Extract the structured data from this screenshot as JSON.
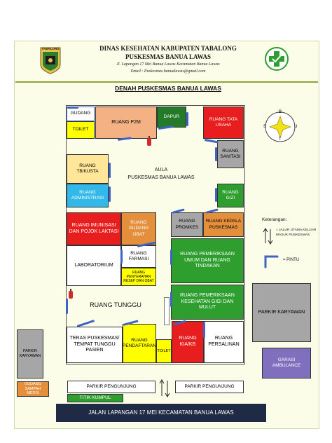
{
  "header": {
    "line1": "DINAS KESEHATAN KABUPATEN TABALONG",
    "line2": "PUSKESMAS BANUA LAWAS",
    "address": "Jl. Lapangan 17 Mei Banua Lawas Kecamatan Banua Lawas",
    "email": "Email : Puskesmas.banualawas@gmail.com",
    "logo_text": "TABALONG"
  },
  "plan_title": "DENAH PUSKESMAS BANUA LAWAS",
  "compass": {
    "north": "U",
    "south": "S",
    "west": "B",
    "east": "T"
  },
  "rooms": {
    "gudang": "GUDANG",
    "toilet_top": "TOILET",
    "ruang_p2m": "RUANG P2M",
    "dapur": "DAPUR",
    "ruang_tata_usaha": "RUANG TATA USAHA",
    "ruang_sanitasi": "RUANG SANITASI",
    "ruang_tb_kusta": "RUANG TB/KUSTA",
    "aula": "AULA\nPUSKESMAS BANUA LAWAS",
    "ruang_administrasi": "RUANG ADMINISTRASI",
    "ruang_gizi": "RUANG GIZI",
    "ruang_imunisasi": "RUANG IMUNISASI DAN POJOK LAKTASI",
    "gudang_obat": "RUANG GUDANG OBAT",
    "ruang_promkes": "RUANG PROMKES",
    "ruang_kepala": "RUANG KEPALA PUSKESMAS",
    "laboratorium": "LABORATORIUM",
    "ruang_farmasi": "RUANG FARMASI",
    "ruang_penyerahan": "RUANG PENYERAHAN RESEP DAN OBAT",
    "ruang_pemeriksaan_umum": "RUANG PEMERIKSAAN UMUM DAN RUANG TINDAKAN",
    "ruang_pemeriksaan_gigi": "RUANG PEMERIKSAAN KESEHATAN GIGI DAN MULUT",
    "ruang_tunggu": "RUANG TUNGGU",
    "teras": "TERAS PUSKESMAS/ TEMPAT TUNGGU PASIEN",
    "ruang_pendaftaran": "RUANG PENDAFTARAN",
    "toilet_bottom": "TOILET",
    "ruang_kia_kb": "RUANG KIA/KB",
    "ruang_persalinan": "RUANG PERSALINAN",
    "parkir_karyawan_right": "PARKIR KARYAWAN",
    "parkir_karyawan_left": "PARKIR KARYAWAN",
    "garasi_ambulance": "GARASI AMBULANCE",
    "gudang_sampah": "GUDANG SAMPAH MEDIS",
    "parkir_pengunjung_left": "PARKIR PENGUNJUNG",
    "parkir_pengunjung_right": "PARKIR PENGUNJUNG",
    "titik_kumpul": "TITIK KUMPUL"
  },
  "legend": {
    "title": "Keterangan:",
    "arrows_label": "= JALUR UTAMA KELUAR MASUK PUSKESMAS",
    "door_label": "= PINTU"
  },
  "road": "JALAN LAPANGAN 17 MEI KECAMATAN BANUA LAWAS",
  "colors": {
    "green": "#2e9e2e",
    "dark_green": "#237a28",
    "yellow": "#ffff00",
    "blue": "#2b6ff2",
    "cyan": "#33b8ea",
    "red": "#e81d1d",
    "orange": "#e48f3c",
    "peach": "#f4b183",
    "light_yellow": "#ffe699",
    "gray": "#a6a6a6",
    "purple": "#7f6fbd",
    "navy": "#1f2a44",
    "door": "#3f63c5"
  }
}
